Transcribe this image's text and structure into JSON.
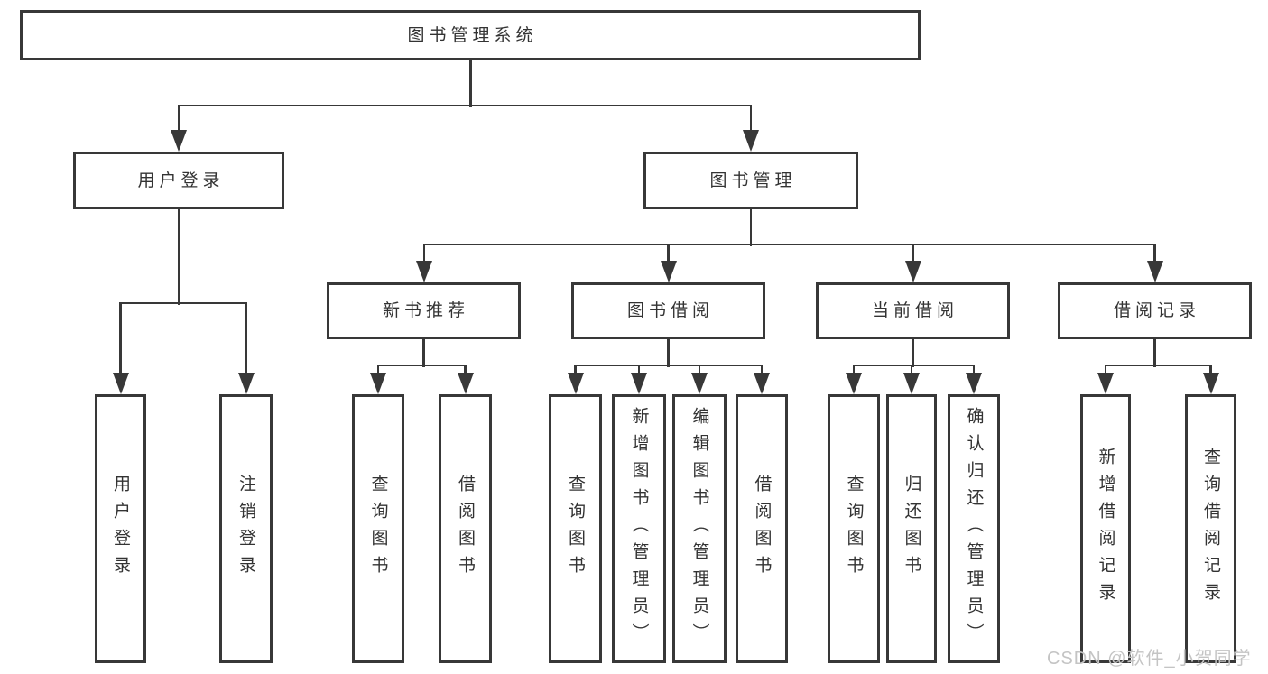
{
  "diagram": {
    "root": {
      "label": "图书管理系统"
    },
    "branches": [
      {
        "label": "用户登录",
        "children": [
          {
            "label": "用户登录"
          },
          {
            "label": "注销登录"
          }
        ]
      },
      {
        "label": "图书管理",
        "sections": [
          {
            "label": "新书推荐",
            "children": [
              {
                "label": "查询图书"
              },
              {
                "label": "借阅图书"
              }
            ]
          },
          {
            "label": "图书借阅",
            "children": [
              {
                "label": "查询图书"
              },
              {
                "label": "新增图书（管理员）"
              },
              {
                "label": "编辑图书（管理员）"
              },
              {
                "label": "借阅图书"
              }
            ]
          },
          {
            "label": "当前借阅",
            "children": [
              {
                "label": "查询图书"
              },
              {
                "label": "归还图书"
              },
              {
                "label": "确认归还（管理员）"
              }
            ]
          },
          {
            "label": "借阅记录",
            "children": [
              {
                "label": "新增借阅记录"
              },
              {
                "label": "查询借阅记录"
              }
            ]
          }
        ]
      }
    ]
  },
  "watermark": {
    "text": "CSDN @软件_小贺同学"
  },
  "colors": {
    "line": "#383838",
    "text": "#333333",
    "box_bg": "#ffffff",
    "page_bg": "#ffffff",
    "watermark": "#c4c4c4"
  }
}
